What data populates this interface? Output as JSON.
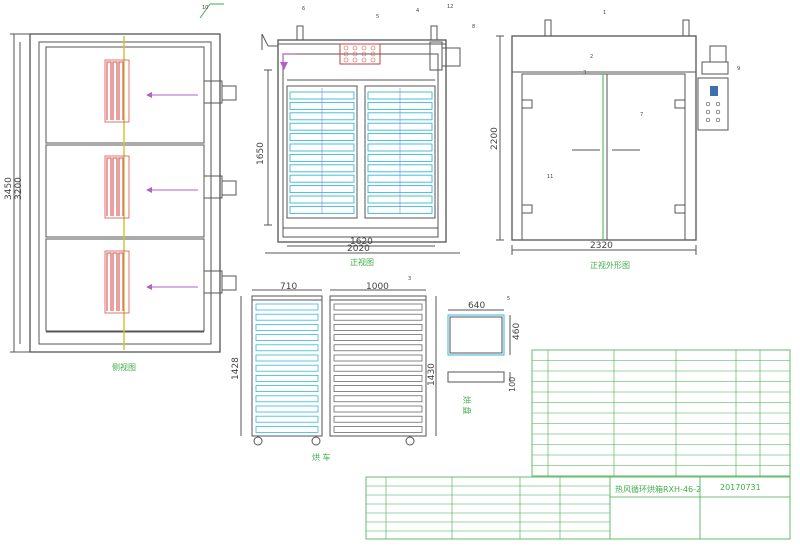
{
  "side_view": {
    "label": "侧视图",
    "dims": [
      "3450",
      "3200"
    ],
    "tag": "10"
  },
  "front_section": {
    "label": "正视图",
    "dims": [
      "1650",
      "1620",
      "2020"
    ],
    "tags": [
      "6",
      "5",
      "4",
      "12",
      "8"
    ]
  },
  "front_exterior": {
    "label": "正视外形图",
    "dims": [
      "2200",
      "2320"
    ],
    "tags": [
      "1",
      "2",
      "3",
      "7",
      "9",
      "11"
    ]
  },
  "cart": {
    "label": "烘 车",
    "dims": [
      "710",
      "1000",
      "1428",
      "1430"
    ],
    "tag": "3"
  },
  "tray": {
    "label": "烘 盘",
    "dims": [
      "640",
      "460",
      "100"
    ],
    "tag": "5"
  },
  "title_block": {
    "product": "热风循环烘箱RXH-46-2",
    "date": "20170731"
  },
  "colors": {
    "line": "#555555",
    "green": "#3fae4a",
    "cyan": "#36b8d8",
    "heater": "#d9534f",
    "air": "#b060c8",
    "yellow": "#d8c23a"
  }
}
